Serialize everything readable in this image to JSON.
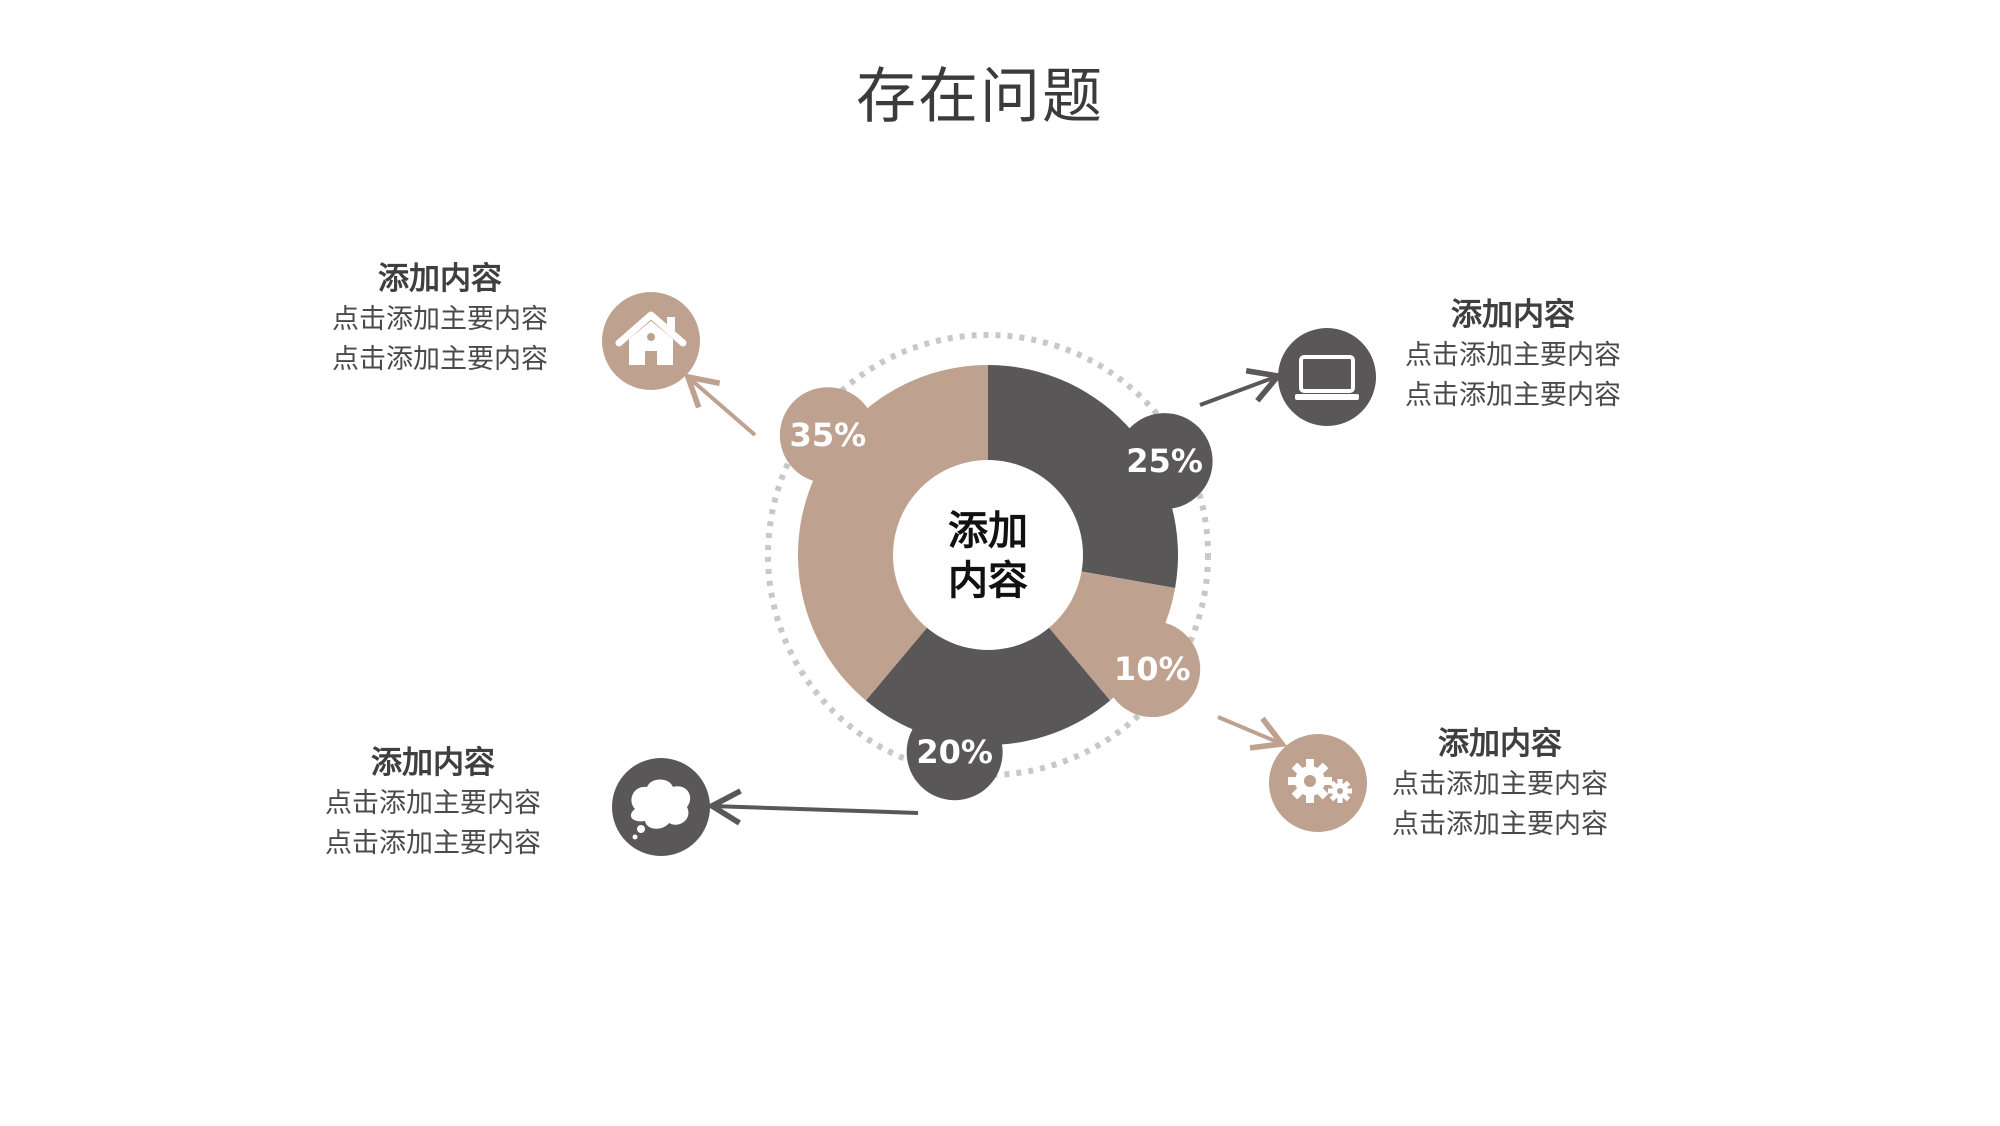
{
  "page": {
    "title": "存在问题"
  },
  "chart_data": {
    "type": "pie",
    "style": "donut",
    "center_label": [
      "添加",
      "内容"
    ],
    "slices": [
      {
        "label": "25%",
        "value": 25,
        "color": "#595757"
      },
      {
        "label": "10%",
        "value": 10,
        "color": "#bfa18f"
      },
      {
        "label": "20%",
        "value": 20,
        "color": "#595757"
      },
      {
        "label": "35%",
        "value": 35,
        "color": "#bfa18f"
      }
    ]
  },
  "callouts": [
    {
      "title": "添加内容",
      "lines": [
        "点击添加主要内容",
        "点击添加主要内容"
      ],
      "icon": "home-icon",
      "color": "#bfa18f"
    },
    {
      "title": "添加内容",
      "lines": [
        "点击添加主要内容",
        "点击添加主要内容"
      ],
      "icon": "laptop-icon",
      "color": "#595757"
    },
    {
      "title": "添加内容",
      "lines": [
        "点击添加主要内容",
        "点击添加主要内容"
      ],
      "icon": "chat-bubble-icon",
      "color": "#595757"
    },
    {
      "title": "添加内容",
      "lines": [
        "点击添加主要内容",
        "点击添加主要内容"
      ],
      "icon": "gears-icon",
      "color": "#bfa18f"
    }
  ],
  "colors": {
    "accent_tan": "#bfa18f",
    "accent_dark": "#595757",
    "dotted_ring": "#c8c8c8"
  }
}
